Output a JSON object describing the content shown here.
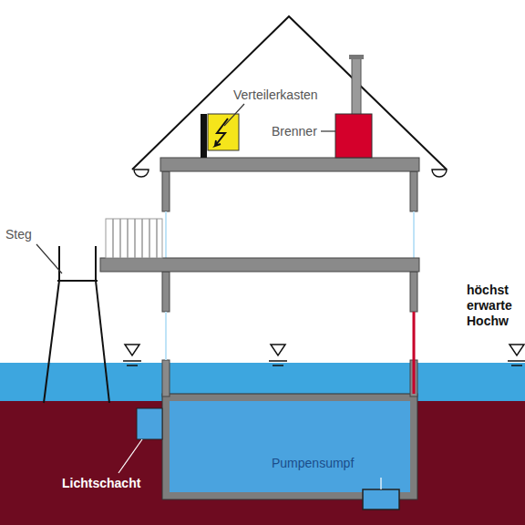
{
  "diagram": {
    "labels": [
      "Verteilerkasten",
      "Brenner",
      "Steg",
      "höchst erwarte Hochw",
      "Lichtschacht",
      "Pumpensumpf"
    ]
  }
}
